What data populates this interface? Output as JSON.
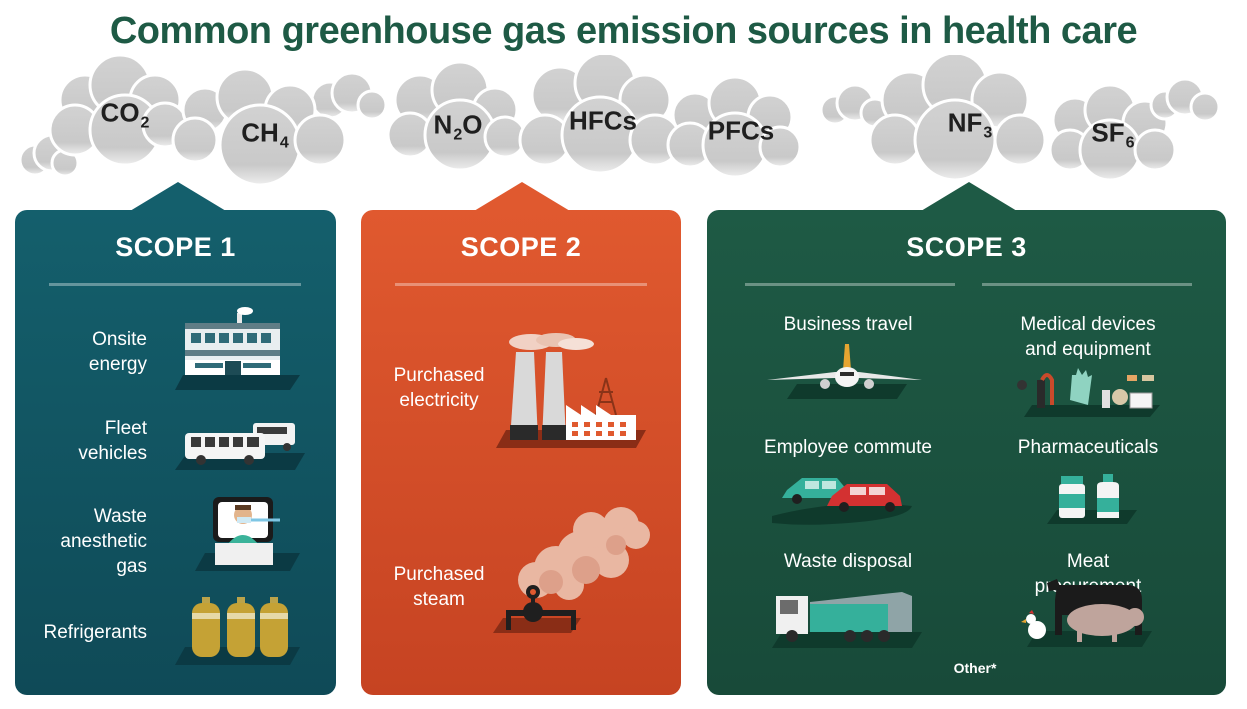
{
  "title": "Common greenhouse gas emission sources in health care",
  "gases": [
    {
      "base": "CO",
      "sub": "2"
    },
    {
      "base": "CH",
      "sub": "4"
    },
    {
      "base": "N",
      "sub": "2",
      "tail": "O"
    },
    {
      "base": "HFCs",
      "sub": ""
    },
    {
      "base": "PFCs",
      "sub": ""
    },
    {
      "base": "NF",
      "sub": "3"
    },
    {
      "base": "SF",
      "sub": "6"
    }
  ],
  "scope1": {
    "title": "SCOPE 1",
    "items": [
      "Onsite\nenergy",
      "Fleet\nvehicles",
      "Waste\nanesthetic\ngas",
      "Refrigerants"
    ],
    "icons": [
      "building-icon",
      "bus-icon",
      "patient-mask-icon",
      "gas-cylinders-icon"
    ]
  },
  "scope2": {
    "title": "SCOPE 2",
    "items": [
      "Purchased\nelectricity",
      "Purchased\nsteam"
    ],
    "icons": [
      "power-plant-icon",
      "steam-valve-icon"
    ]
  },
  "scope3": {
    "title": "SCOPE 3",
    "items": [
      "Business travel",
      "Medical devices\nand equipment",
      "Employee commute",
      "Pharmaceuticals",
      "Waste disposal",
      "Meat procurement"
    ],
    "icons": [
      "airplane-icon",
      "medical-equipment-icon",
      "cars-icon",
      "medicine-bottles-icon",
      "garbage-truck-icon",
      "livestock-icon"
    ],
    "footnote": "Other*"
  },
  "colors": {
    "title": "#1e5a45",
    "scope1": "#145f6c",
    "scope2": "#e0592f",
    "scope3": "#1e5a45",
    "cloud": "#cfcfcf"
  }
}
